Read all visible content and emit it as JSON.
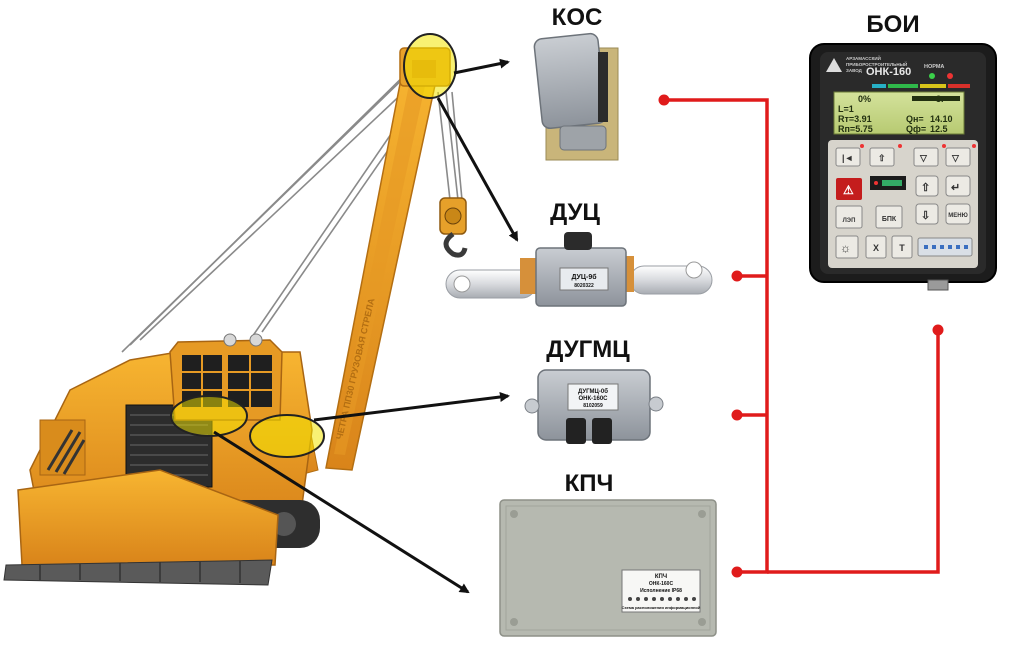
{
  "labels": {
    "kos": "КОС",
    "boi": "БОИ",
    "duc": "ДУЦ",
    "dugmc": "ДУГМЦ",
    "kpch": "КПЧ"
  },
  "devices": {
    "duc_sticker": "ДУЦ-9б",
    "duc_serial": "8020322",
    "dugmc_title": "ДУГМЦ-0б",
    "dugmc_model": "ОНК-160С",
    "dugmc_serial": "8102059",
    "kpch_title": "КПЧ",
    "kpch_model": "ОНК-160С",
    "kpch_note": "Исполнение IP68",
    "kpch_footer": "Схема расположения информационной",
    "boi_brand_line1": "АРЗАМАССКИЙ",
    "boi_brand_line2": "ПРИБОРОСТРОИТЕЛЬНЫЙ",
    "boi_brand_line3": "ЗАВОД",
    "boi_model": "ОНК-160",
    "boi_norm": "НОРМА",
    "boi_btn_bpk": "БПК",
    "boi_btn_menu": "МЕНЮ",
    "boi_btn_x": "X",
    "boi_btn_t": "T",
    "boi_btn_lep": "ЛЭП",
    "boi_screen_l1": "0%",
    "boi_screen_l2": "L=1",
    "boi_screen_l3": "Rт=3.91",
    "boi_screen_l4": "Rп=5.75",
    "boi_screen_r1": "3.",
    "boi_screen_r3": "Qн=",
    "boi_screen_r4": "Qф=",
    "boi_screen_r3v": "14.10",
    "boi_screen_r4v": "12.5",
    "boom_text": "ЧЕТРА ПП30 ГРУЗОВАЯ СТРЕЛА"
  },
  "colors": {
    "connector_line": "#e01b1b",
    "pointer_arrow": "#111111",
    "highlight": "#f3e600",
    "machine_body": "#f0a020"
  }
}
